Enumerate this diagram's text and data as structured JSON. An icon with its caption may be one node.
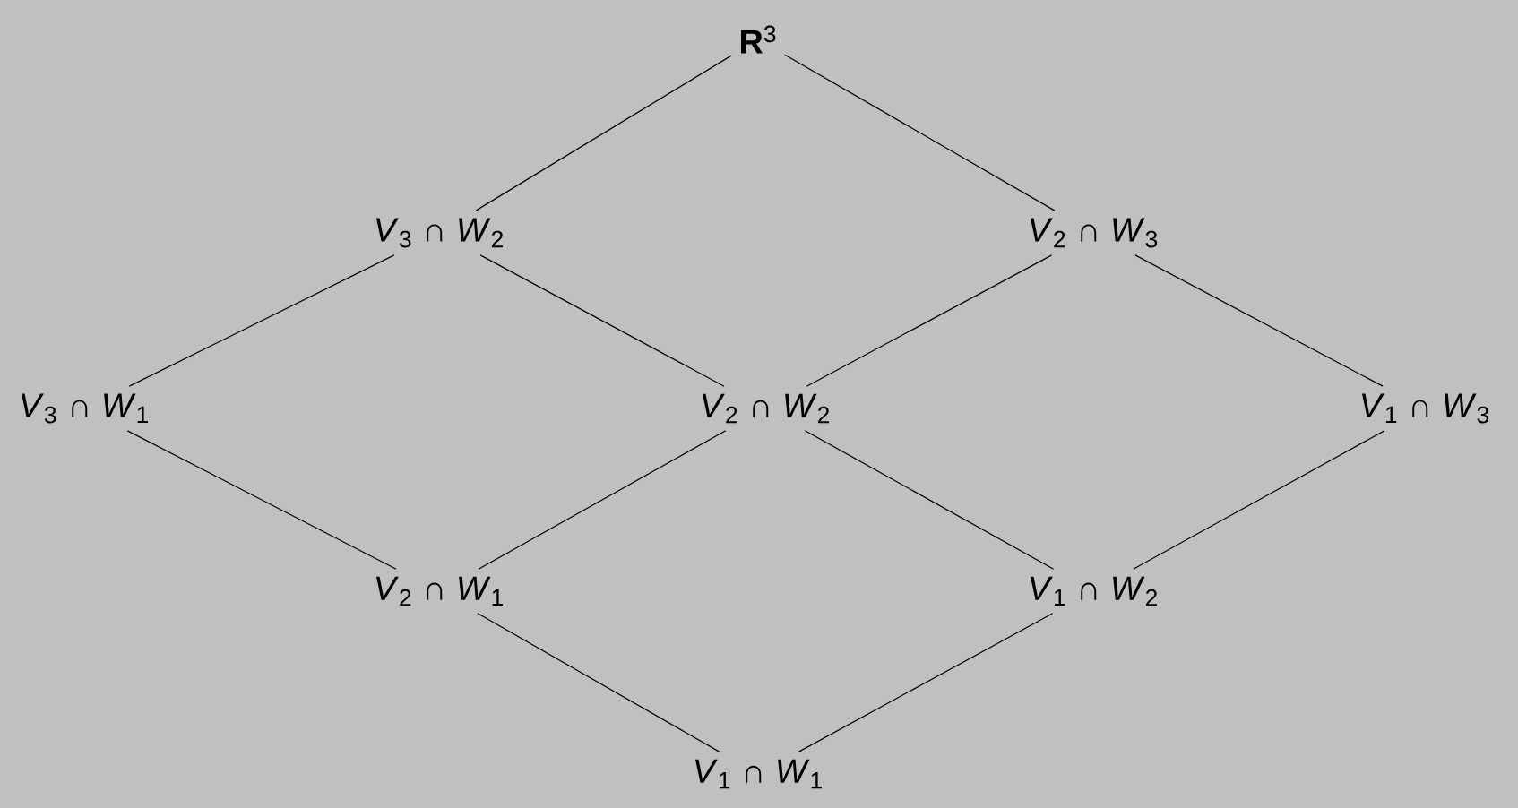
{
  "diagram": {
    "nodes": [
      {
        "text": [
          "**R**$^{3}$"
        ]
      },
      {
        "text": [
          "*V*$_{3}$ ∩ *W*$_{2}$"
        ]
      },
      {
        "text": [
          "*V*$_{2}$ ∩ *W*$_{3}$"
        ]
      },
      {
        "text": [
          "*V*$_{3}$ ∩ *W*$_{1}$"
        ]
      },
      {
        "text": [
          "*V*$_{2}$ ∩ *W*$_{2}$"
        ]
      },
      {
        "text": [
          "*V*$_{1}$ ∩ *W*$_{3}$"
        ]
      },
      {
        "text": [
          "*V*$_{2}$ ∩ *W*$_{1}$"
        ]
      },
      {
        "text": [
          "*V*$_{1}$ ∩ *W*$_{2}$"
        ]
      },
      {
        "text": [
          "*V*$_{1}$ ∩ *W*$_{1}$"
        ]
      }
    ],
    "edges": [
      {
        "from": 0,
        "to": 1,
        "arrow": "none"
      },
      {
        "from": 0,
        "to": 2,
        "arrow": "none"
      },
      {
        "from": 1,
        "to": 3,
        "arrow": "none"
      },
      {
        "from": 1,
        "to": 4,
        "arrow": "none"
      },
      {
        "from": 2,
        "to": 4,
        "arrow": "none"
      },
      {
        "from": 2,
        "to": 5,
        "arrow": "none"
      },
      {
        "from": 3,
        "to": 6,
        "arrow": "none"
      },
      {
        "from": 4,
        "to": 6,
        "arrow": "none"
      },
      {
        "from": 4,
        "to": 7,
        "arrow": "none"
      },
      {
        "from": 5,
        "to": 7,
        "arrow": "none"
      },
      {
        "from": 6,
        "to": 8,
        "arrow": "none"
      },
      {
        "from": 7,
        "to": 8,
        "arrow": "none"
      }
    ]
  }
}
